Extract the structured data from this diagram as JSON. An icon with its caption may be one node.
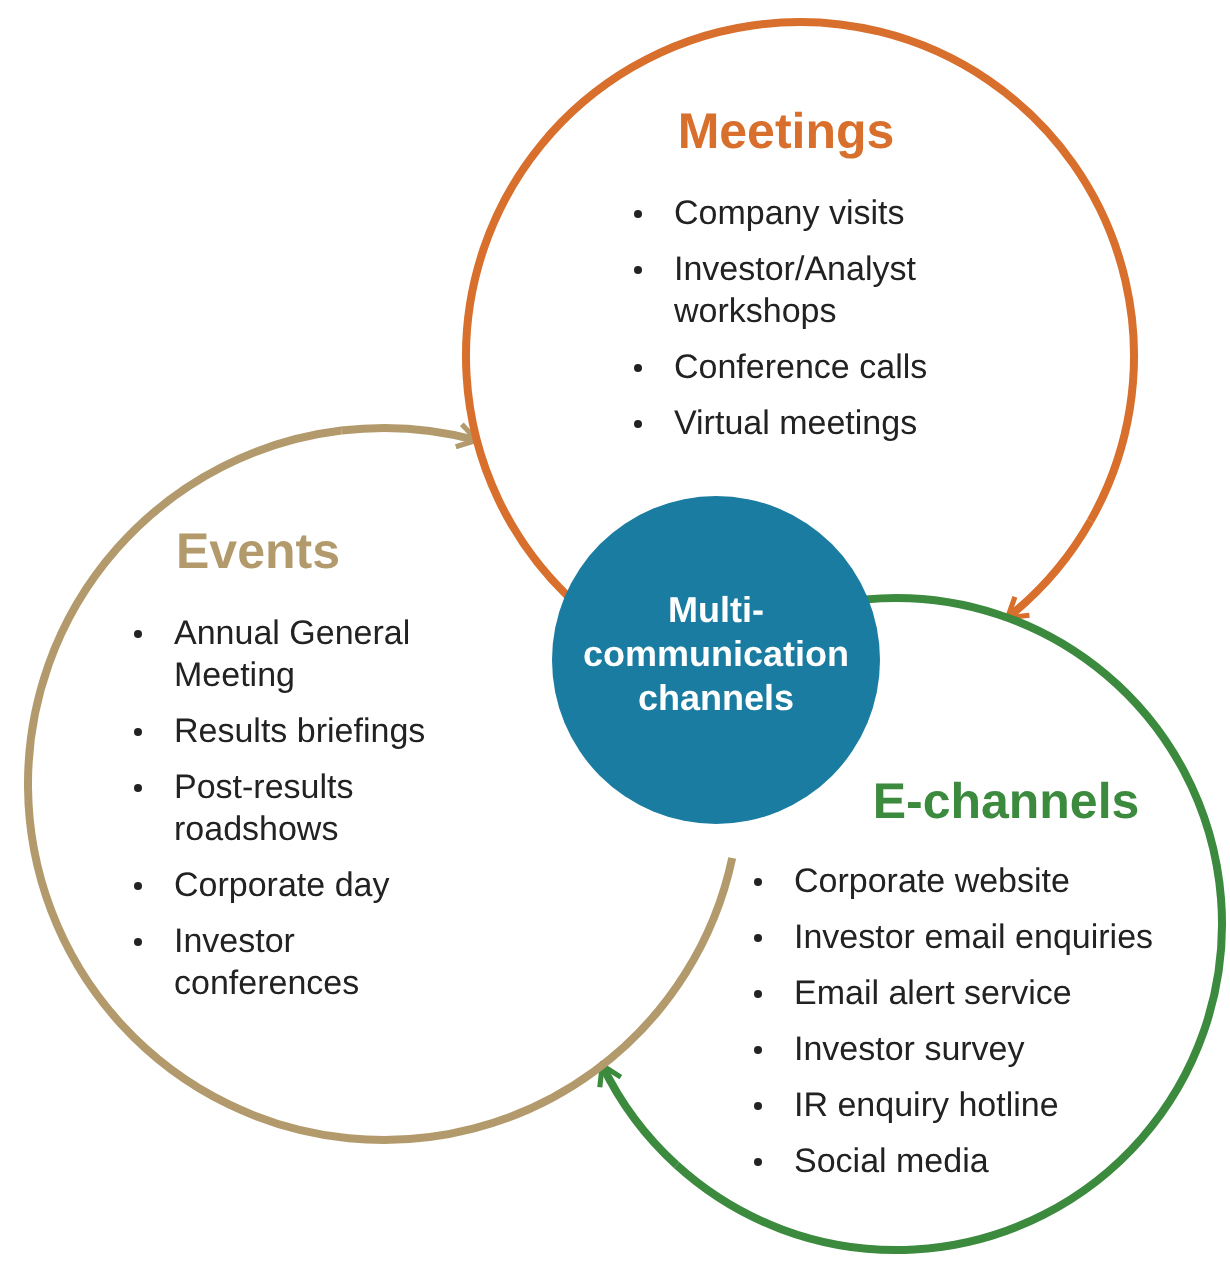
{
  "diagram": {
    "nodes": [
      {
        "text": [
          "Meetings",
          "Company visits",
          "Investor/Analyst workshops",
          "Conference calls",
          "Virtual meetings"
        ]
      },
      {
        "text": [
          "Events",
          "Annual General Meeting",
          "Results briefings",
          "Post-results roadshows",
          "Corporate day",
          "Investor conferences"
        ]
      },
      {
        "text": [
          "Multi-communication channels"
        ]
      },
      {
        "text": [
          "E-channels",
          "Corporate website",
          "Investor email enquiries",
          "Email alert service",
          "Investor survey",
          "IR enquiry hotline",
          "Social media"
        ]
      }
    ],
    "edges": [
      {
        "from": 0,
        "to": 3,
        "arrow": "to",
        "color": "#d86f2c"
      },
      {
        "from": 3,
        "to": 1,
        "arrow": "to",
        "color": "#3b8a3e"
      },
      {
        "from": 1,
        "to": 0,
        "arrow": "to",
        "color": "#b39a6c"
      }
    ]
  }
}
